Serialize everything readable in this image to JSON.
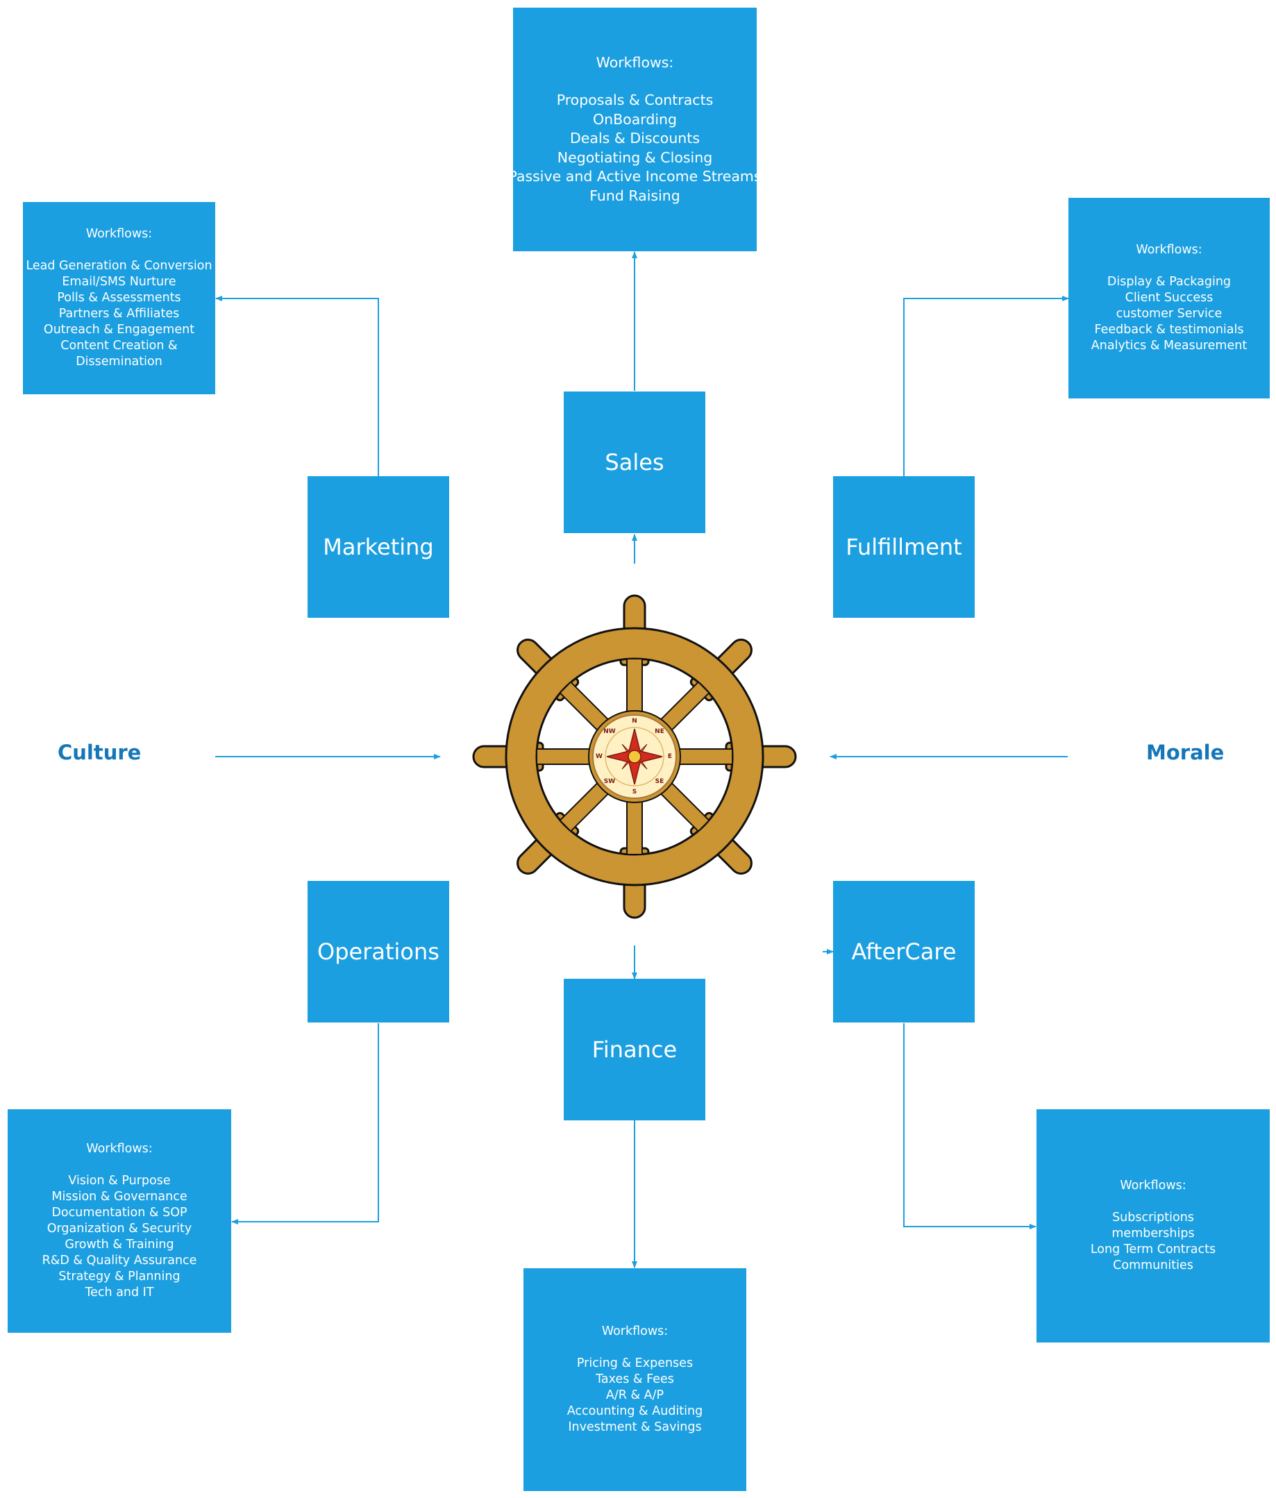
{
  "diagram": {
    "departments": [
      {
        "id": "sales",
        "label": "Sales"
      },
      {
        "id": "marketing",
        "label": "Marketing"
      },
      {
        "id": "fulfillment",
        "label": "Fulfillment"
      },
      {
        "id": "operations",
        "label": "Operations"
      },
      {
        "id": "finance",
        "label": "Finance"
      },
      {
        "id": "aftercare",
        "label": "AfterCare"
      }
    ],
    "workflows": [
      {
        "id": "sales",
        "title": "Workflows:",
        "items": [
          "Proposals & Contracts",
          "OnBoarding",
          "Deals & Discounts",
          "Negotiating & Closing",
          "Passive and Active Income Streams",
          "Fund Raising"
        ]
      },
      {
        "id": "marketing",
        "title": "Workflows:",
        "items": [
          "Lead Generation & Conversion",
          "Email/SMS Nurture",
          "Polls & Assessments",
          "Partners & Affiliates",
          "Outreach & Engagement",
          "Content Creation &",
          "Dissemination"
        ]
      },
      {
        "id": "fulfillment",
        "title": "Workflows:",
        "items": [
          "Display & Packaging",
          "Client Success",
          "customer Service",
          "Feedback & testimonials",
          "Analytics & Measurement"
        ]
      },
      {
        "id": "operations",
        "title": "Workflows:",
        "items": [
          "Vision & Purpose",
          "Mission & Governance",
          "Documentation & SOP",
          "Organization & Security",
          "Growth & Training",
          "R&D & Quality Assurance",
          "Strategy & Planning",
          "Tech and IT"
        ]
      },
      {
        "id": "finance",
        "title": "Workflows:",
        "items": [
          "Pricing & Expenses",
          "Taxes & Fees",
          "A/R & A/P",
          "Accounting & Auditing",
          "Investment & Savings"
        ]
      },
      {
        "id": "aftercare",
        "title": "Workflows:",
        "items": [
          "Subscriptions",
          "memberships",
          "Long Term Contracts",
          "Communities"
        ]
      }
    ],
    "side_labels": {
      "left": "Culture",
      "right": "Morale"
    },
    "compass_letters": [
      "N",
      "NE",
      "E",
      "SE",
      "S",
      "SW",
      "W",
      "NW"
    ],
    "colors": {
      "box": "#1c9fe0",
      "connector": "#1c9fe0",
      "side_label": "#1577b8",
      "wheel": "#cc9533",
      "wheel_outline": "#111111",
      "compass_face": "#fff1c4",
      "compass_star": "#d32b1e"
    }
  }
}
